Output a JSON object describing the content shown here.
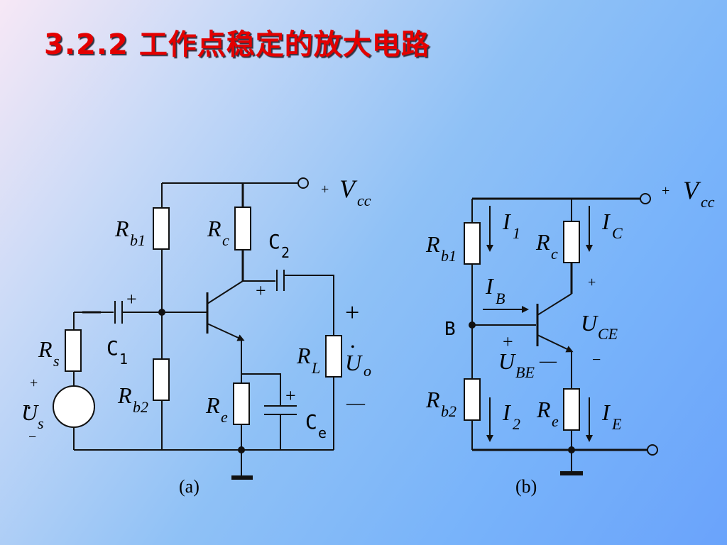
{
  "slide": {
    "title": "3.2.2 工作点稳定的放大电路"
  },
  "circuit_a": {
    "caption": "(a)",
    "vcc_plus": "+",
    "vcc_main": "V",
    "vcc_sub": "cc",
    "rb1_main": "R",
    "rb1_sub": "b1",
    "rb2_main": "R",
    "rb2_sub": "b2",
    "rc_main": "R",
    "rc_sub": "c",
    "re_main": "R",
    "re_sub": "e",
    "rs_main": "R",
    "rs_sub": "s",
    "rl_main": "R",
    "rl_sub": "L",
    "c1_main": "C",
    "c1_sub": "1",
    "c2_main": "C",
    "c2_sub": "2",
    "ce_main": "C",
    "ce_sub": "e",
    "c1_plus": "+",
    "c2_plus": "+",
    "ce_plus": "+",
    "us_plus": "+",
    "us_minus": "−",
    "us_main": "U",
    "us_sub": "s",
    "uo_main": "U",
    "uo_sub": "o",
    "uo_plus": "+",
    "uo_minus": "—"
  },
  "circuit_b": {
    "caption": "(b)",
    "vcc_plus": "+",
    "vcc_main": "V",
    "vcc_sub": "cc",
    "rb1_main": "R",
    "rb1_sub": "b1",
    "rb2_main": "R",
    "rb2_sub": "b2",
    "rc_main": "R",
    "rc_sub": "c",
    "re_main": "R",
    "re_sub": "e",
    "i1_main": "I",
    "i1_sub": "1",
    "i2_main": "I",
    "i2_sub": "2",
    "ic_main": "I",
    "ic_sub": "C",
    "ie_main": "I",
    "ie_sub": "E",
    "ib_main": "I",
    "ib_sub": "B",
    "uce_main": "U",
    "uce_sub": "CE",
    "uce_plus": "+",
    "uce_minus": "−",
    "ube_main": "U",
    "ube_sub": "BE",
    "ube_plus": "+",
    "ube_minus": "—",
    "node_b": "B"
  }
}
